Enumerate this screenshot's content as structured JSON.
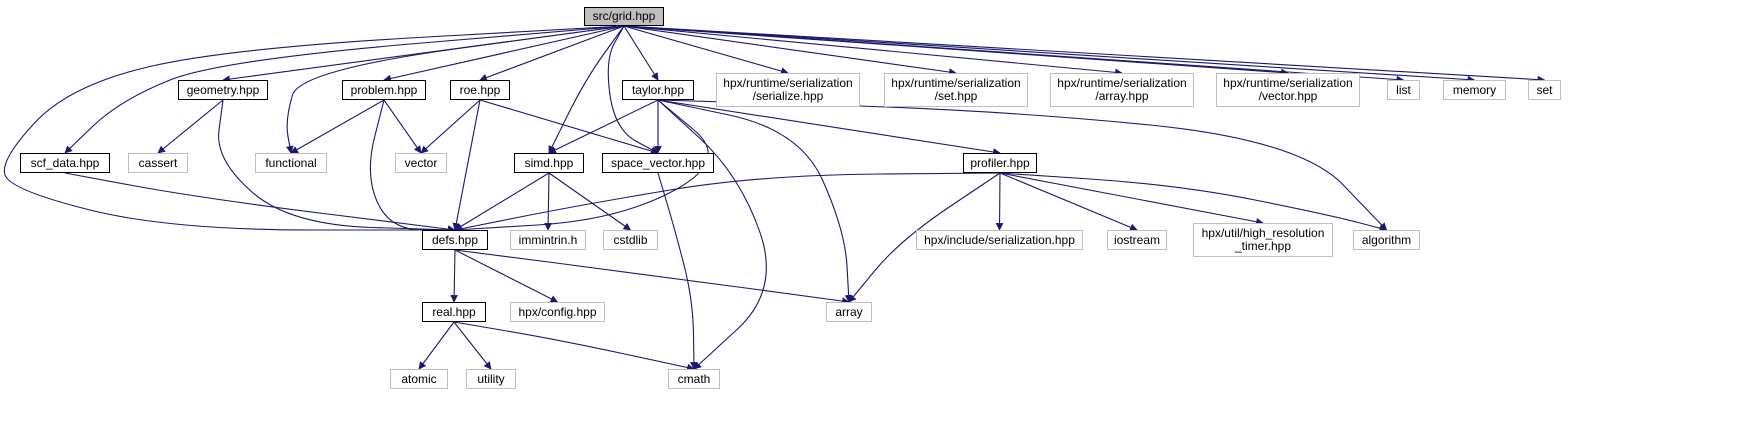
{
  "diagram": {
    "edge_color": "#191970",
    "node_colors": {
      "root_fill": "#bfbfbf",
      "internal_border": "#000000",
      "external_border": "#bfbfbf"
    },
    "nodes": {
      "grid": {
        "label": "src/grid.hpp",
        "kind": "root"
      },
      "geometry": {
        "label": "geometry.hpp",
        "kind": "internal"
      },
      "problem": {
        "label": "problem.hpp",
        "kind": "internal"
      },
      "roe": {
        "label": "roe.hpp",
        "kind": "internal"
      },
      "taylor": {
        "label": "taylor.hpp",
        "kind": "internal"
      },
      "serialize": {
        "label": "hpx/runtime/serialization\n/serialize.hpp",
        "kind": "external"
      },
      "setser": {
        "label": "hpx/runtime/serialization\n/set.hpp",
        "kind": "external"
      },
      "arrayser": {
        "label": "hpx/runtime/serialization\n/array.hpp",
        "kind": "external"
      },
      "vectorser": {
        "label": "hpx/runtime/serialization\n/vector.hpp",
        "kind": "external"
      },
      "list": {
        "label": "list",
        "kind": "external"
      },
      "memory": {
        "label": "memory",
        "kind": "external"
      },
      "set": {
        "label": "set",
        "kind": "external"
      },
      "scf_data": {
        "label": "scf_data.hpp",
        "kind": "internal"
      },
      "cassert": {
        "label": "cassert",
        "kind": "external"
      },
      "functional": {
        "label": "functional",
        "kind": "external"
      },
      "vector": {
        "label": "vector",
        "kind": "external"
      },
      "simd": {
        "label": "simd.hpp",
        "kind": "internal"
      },
      "space_vector": {
        "label": "space_vector.hpp",
        "kind": "internal"
      },
      "profiler": {
        "label": "profiler.hpp",
        "kind": "internal"
      },
      "defs": {
        "label": "defs.hpp",
        "kind": "internal"
      },
      "immintrin": {
        "label": "immintrin.h",
        "kind": "external"
      },
      "cstdlib": {
        "label": "cstdlib",
        "kind": "external"
      },
      "hpxinc": {
        "label": "hpx/include/serialization.hpp",
        "kind": "external"
      },
      "iostream": {
        "label": "iostream",
        "kind": "external"
      },
      "timer": {
        "label": "hpx/util/high_resolution\n_timer.hpp",
        "kind": "external"
      },
      "algorithm": {
        "label": "algorithm",
        "kind": "external"
      },
      "real": {
        "label": "real.hpp",
        "kind": "internal"
      },
      "hpxconfig": {
        "label": "hpx/config.hpp",
        "kind": "external"
      },
      "array": {
        "label": "array",
        "kind": "external"
      },
      "atomic": {
        "label": "atomic",
        "kind": "external"
      },
      "utility": {
        "label": "utility",
        "kind": "external"
      },
      "cmath": {
        "label": "cmath",
        "kind": "external"
      }
    },
    "edges": [
      [
        "grid",
        "geometry"
      ],
      [
        "grid",
        "problem"
      ],
      [
        "grid",
        "roe"
      ],
      [
        "grid",
        "taylor"
      ],
      [
        "grid",
        "serialize"
      ],
      [
        "grid",
        "setser"
      ],
      [
        "grid",
        "arrayser"
      ],
      [
        "grid",
        "vectorser"
      ],
      [
        "grid",
        "list"
      ],
      [
        "grid",
        "memory"
      ],
      [
        "grid",
        "set"
      ],
      [
        "grid",
        "scf_data"
      ],
      [
        "grid",
        "functional"
      ],
      [
        "grid",
        "simd"
      ],
      [
        "grid",
        "space_vector"
      ],
      [
        "grid",
        "defs"
      ],
      [
        "geometry",
        "cassert"
      ],
      [
        "geometry",
        "defs"
      ],
      [
        "problem",
        "functional"
      ],
      [
        "problem",
        "vector"
      ],
      [
        "problem",
        "defs"
      ],
      [
        "roe",
        "vector"
      ],
      [
        "roe",
        "defs"
      ],
      [
        "roe",
        "space_vector"
      ],
      [
        "taylor",
        "simd"
      ],
      [
        "taylor",
        "space_vector"
      ],
      [
        "taylor",
        "profiler"
      ],
      [
        "taylor",
        "defs"
      ],
      [
        "taylor",
        "array"
      ],
      [
        "taylor",
        "cmath"
      ],
      [
        "taylor",
        "algorithm"
      ],
      [
        "scf_data",
        "defs"
      ],
      [
        "simd",
        "defs"
      ],
      [
        "simd",
        "immintrin"
      ],
      [
        "simd",
        "cstdlib"
      ],
      [
        "space_vector",
        "cmath"
      ],
      [
        "profiler",
        "defs"
      ],
      [
        "profiler",
        "hpxinc"
      ],
      [
        "profiler",
        "iostream"
      ],
      [
        "profiler",
        "timer"
      ],
      [
        "profiler",
        "algorithm"
      ],
      [
        "profiler",
        "array"
      ],
      [
        "defs",
        "real"
      ],
      [
        "defs",
        "hpxconfig"
      ],
      [
        "defs",
        "array"
      ],
      [
        "real",
        "atomic"
      ],
      [
        "real",
        "utility"
      ],
      [
        "real",
        "cmath"
      ]
    ]
  }
}
